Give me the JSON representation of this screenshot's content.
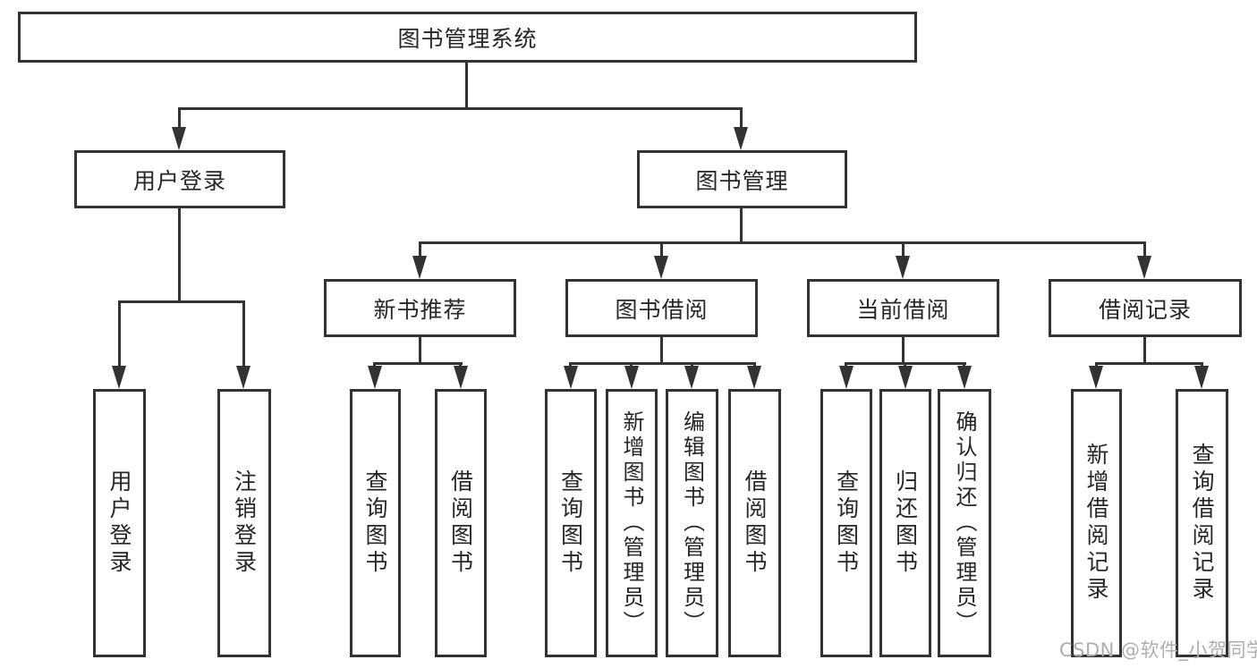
{
  "tree": {
    "root": "图书管理系统",
    "level2": [
      "用户登录",
      "图书管理"
    ],
    "level3": [
      "新书推荐",
      "图书借阅",
      "当前借阅",
      "借阅记录"
    ],
    "leaves": [
      "用户登录",
      "注销登录",
      "查询图书",
      "借阅图书",
      "查询图书",
      "新增图书（管理员）",
      "编辑图书（管理员）",
      "借阅图书",
      "查询图书",
      "归还图书",
      "确认归还（管理员）",
      "新增借阅记录",
      "查询借阅记录"
    ]
  },
  "watermark": "CSDN @软件_小贺同学",
  "colors": {
    "line": "#333333",
    "text": "#262626",
    "background": "#ffffff",
    "watermark": "#aeaeae"
  }
}
